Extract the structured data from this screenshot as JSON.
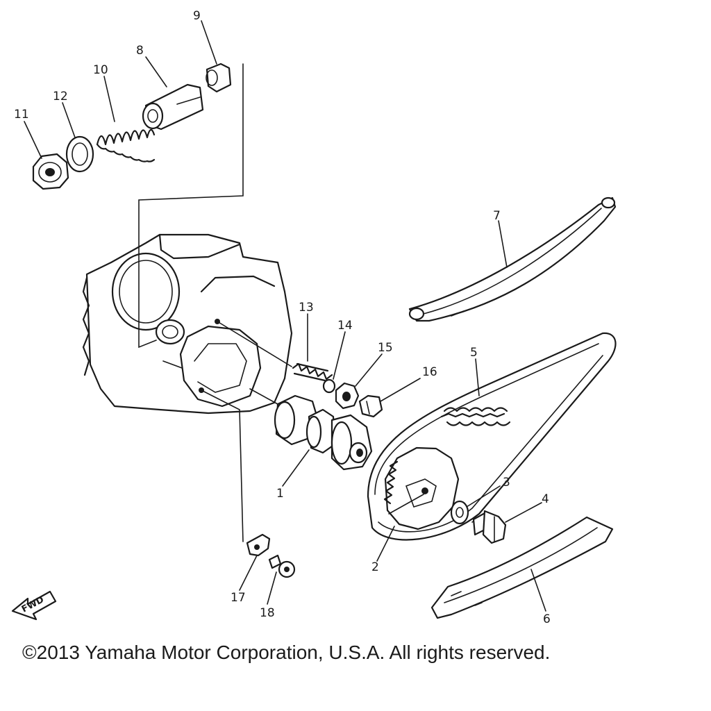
{
  "callouts": {
    "p1": "1",
    "p2": "2",
    "p3": "3",
    "p4": "4",
    "p5": "5",
    "p6": "6",
    "p7": "7",
    "p8": "8",
    "p9": "9",
    "p10": "10",
    "p11": "11",
    "p12": "12",
    "p13": "13",
    "p14": "14",
    "p15": "15",
    "p16": "16",
    "p17": "17",
    "p18": "18"
  },
  "fwd_label": "FWD",
  "copyright": "©2013 Yamaha Motor Corporation, U.S.A. All rights reserved."
}
